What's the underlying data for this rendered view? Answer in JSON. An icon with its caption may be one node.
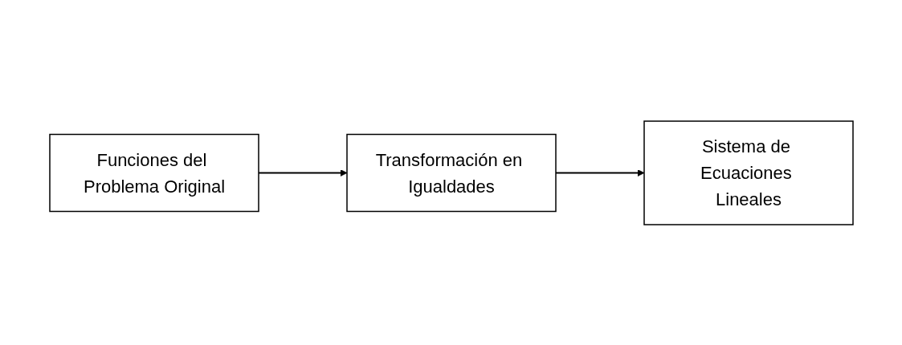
{
  "diagram": {
    "nodes": [
      {
        "text": [
          "Funciones del Problema Original"
        ]
      },
      {
        "text": [
          "Transformación en Igualdades"
        ]
      },
      {
        "text": [
          "Sistema de Ecuaciones Lineales"
        ]
      }
    ],
    "edges": [
      {
        "from": 0,
        "to": 1,
        "arrow": "to"
      },
      {
        "from": 1,
        "to": 2,
        "arrow": "to"
      }
    ]
  }
}
